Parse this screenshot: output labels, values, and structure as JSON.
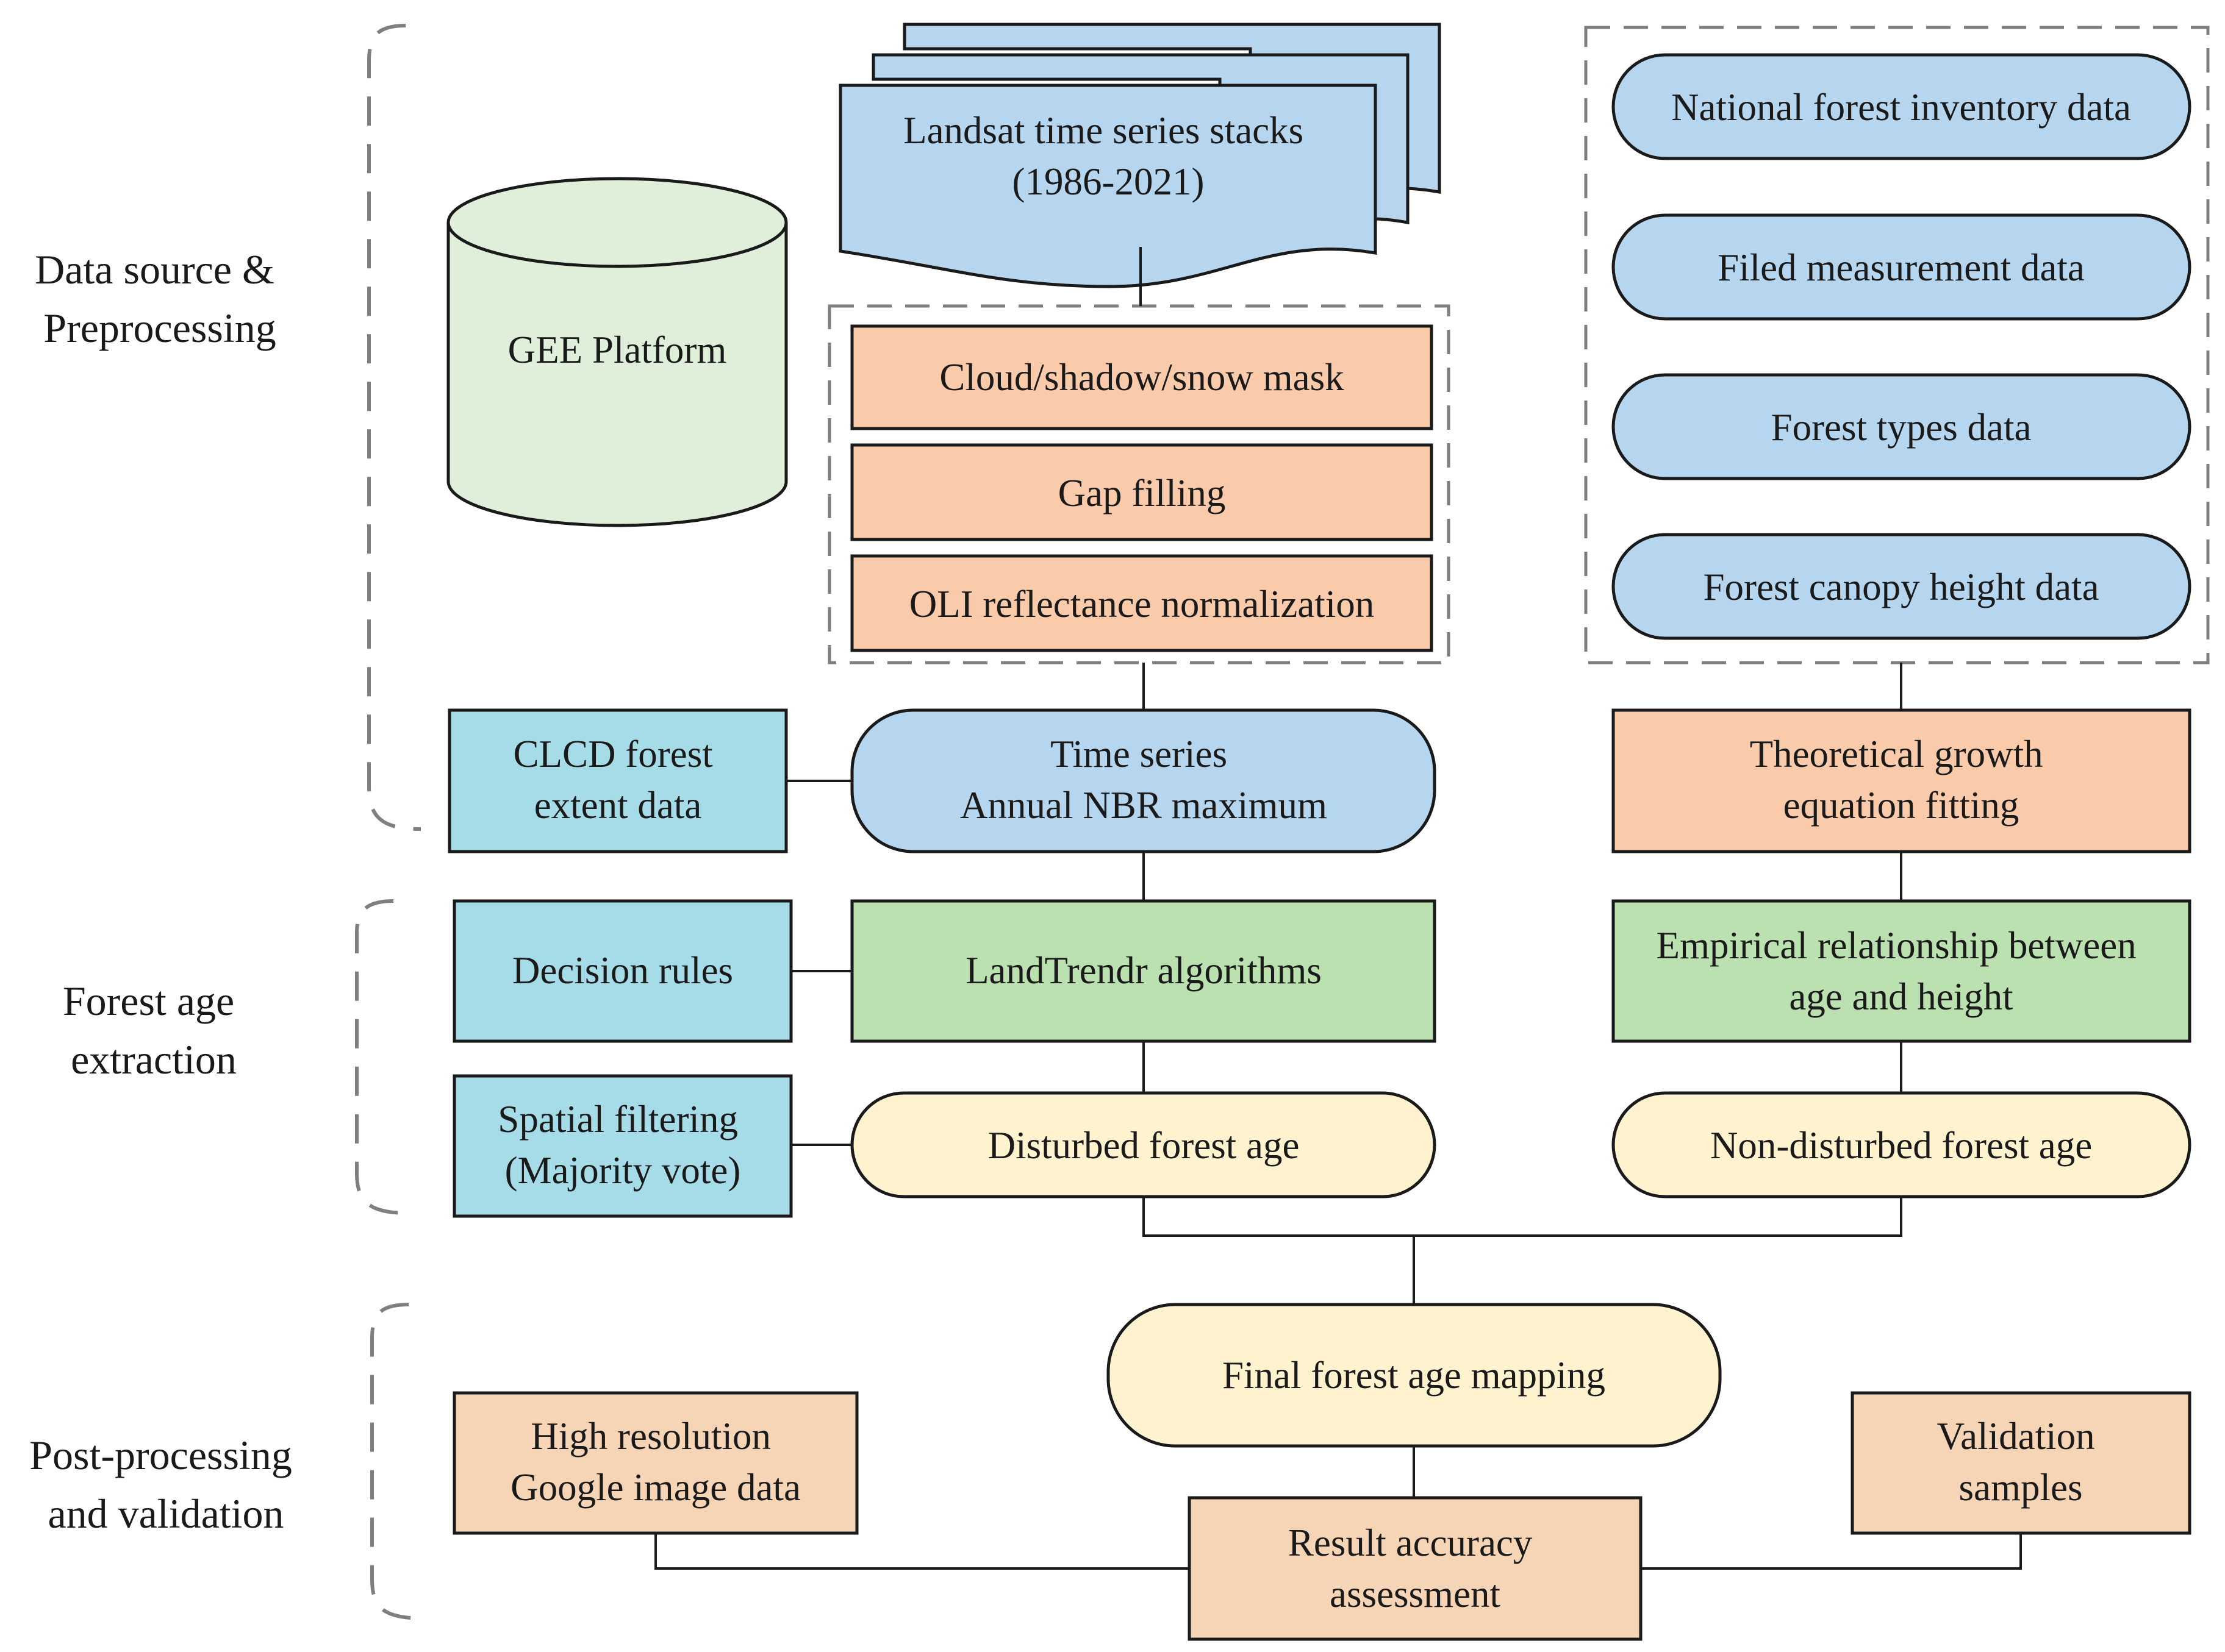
{
  "sections": {
    "data_source": [
      "Data source &",
      "Preprocessing"
    ],
    "age_extraction": [
      "Forest age",
      "extraction"
    ],
    "post_processing": [
      "Post-processing",
      "and validation"
    ]
  },
  "nodes": {
    "gee": [
      "GEE Platform"
    ],
    "landsat": [
      "Landsat time series stacks",
      "(1986-2021)"
    ],
    "cloud_mask": [
      "Cloud/shadow/snow mask"
    ],
    "gap_filling": [
      "Gap filling"
    ],
    "oli_norm": [
      "OLI reflectance normalization"
    ],
    "nfi": [
      "National forest inventory data"
    ],
    "field": [
      "Filed measurement data"
    ],
    "forest_types": [
      "Forest types data"
    ],
    "canopy_height": [
      "Forest canopy height data"
    ],
    "clcd": [
      "CLCD forest",
      "extent data"
    ],
    "time_series": [
      "Time series",
      "Annual NBR maximum"
    ],
    "growth_eq": [
      "Theoretical growth",
      "equation fitting"
    ],
    "decision_rules": [
      "Decision rules"
    ],
    "landtrendr": [
      "LandTrendr algorithms"
    ],
    "empirical": [
      "Empirical relationship between",
      "age and height"
    ],
    "spatial_filter": [
      "Spatial filtering",
      "(Majority vote)"
    ],
    "disturbed": [
      "Disturbed forest age"
    ],
    "non_disturbed": [
      "Non-disturbed forest age"
    ],
    "final_map": [
      "Final forest age mapping"
    ],
    "hires": [
      "High resolution",
      "Google image data"
    ],
    "validation": [
      "Validation",
      "samples"
    ],
    "accuracy": [
      "Result accuracy",
      "assessment"
    ]
  },
  "colors": {
    "blue": "#b5d6ee",
    "teal": "#a6dce8",
    "orange": "#f9cbab",
    "green": "#bbe1b1",
    "yellow": "#fff2cf",
    "gee_green": "#dfefd9",
    "tan": "#f6d5b6",
    "stroke": "#1a1a1a",
    "dash": "#7f7f7f"
  }
}
